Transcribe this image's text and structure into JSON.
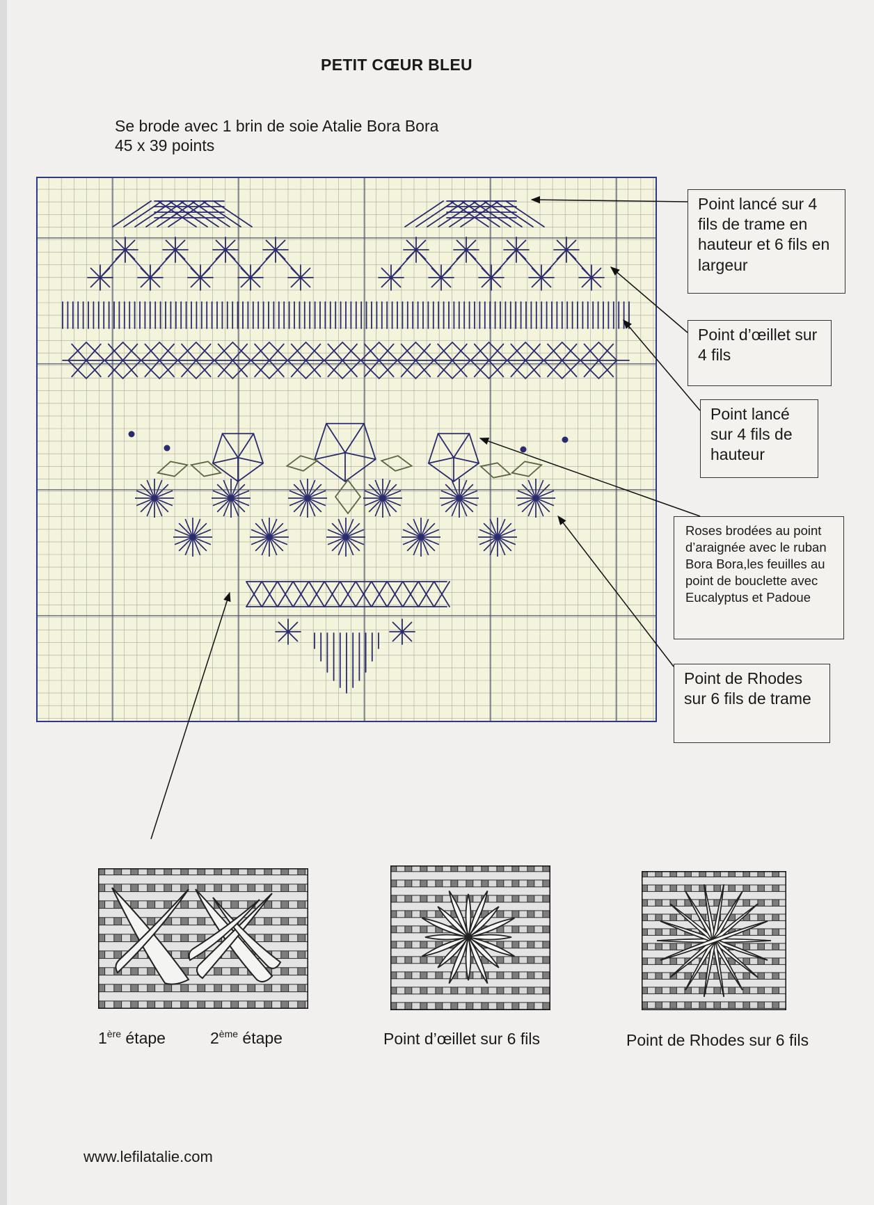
{
  "title": "PETIT CŒUR BLEU",
  "intro": {
    "line1": "Se brode avec 1 brin de soie Atalie Bora Bora",
    "line2": "45 x 39 points"
  },
  "annotations": [
    {
      "id": "lance-trame",
      "text": "Point lancé sur 4 fils de trame en hauteur et 6 fils en largeur"
    },
    {
      "id": "oeillet-4",
      "text": "Point d’œillet sur 4 fils"
    },
    {
      "id": "lance-hauteur",
      "text": "Point lancé sur 4 fils de hauteur"
    },
    {
      "id": "roses",
      "text": "Roses brodées au point d’araignée avec le ruban Bora Bora,les feuilles au point de bouclette avec Eucalyptus et Padoue"
    },
    {
      "id": "rhodes-6-trame",
      "text": "Point de Rhodes sur 6 fils de trame"
    }
  ],
  "captions": {
    "step1_num": "1",
    "step1_sup": "ère",
    "step1_word": "étape",
    "step2_num": "2",
    "step2_sup": "ème",
    "step2_word": "étape",
    "oeillet": "Point d’œillet sur 6 fils",
    "rhodes": "Point de Rhodes sur 6 fils"
  },
  "footer": {
    "url": "www.lefilatalie.com"
  },
  "colors": {
    "ink": "#2a2a6e",
    "grid_bg": "#f4f3dc",
    "grid_line": "#a6aaa0",
    "leaf": "#5a6640"
  }
}
